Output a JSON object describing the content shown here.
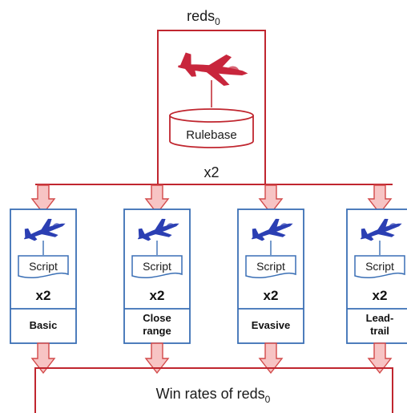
{
  "title": {
    "base": "reds",
    "subscript": "0"
  },
  "top_box": {
    "store_label": "Rulebase",
    "multiplier": "x2"
  },
  "agents": [
    {
      "script_label": "Script",
      "multiplier": "x2",
      "name_lines": [
        "Basic"
      ]
    },
    {
      "script_label": "Script",
      "multiplier": "x2",
      "name_lines": [
        "Close",
        "range"
      ]
    },
    {
      "script_label": "Script",
      "multiplier": "x2",
      "name_lines": [
        "Evasive"
      ]
    },
    {
      "script_label": "Script",
      "multiplier": "x2",
      "name_lines": [
        "Lead-",
        "trail"
      ]
    }
  ],
  "output": {
    "label_base": "Win rates of reds",
    "label_subscript": "0"
  },
  "colors": {
    "red_outline": "#c0262f",
    "red_jet": "#c8263c",
    "blue_outline": "#3a6fb5",
    "blue_jet": "#2b3fb3",
    "arrow_fill": "#f7c4c4",
    "arrow_stroke": "#d24a4a"
  }
}
